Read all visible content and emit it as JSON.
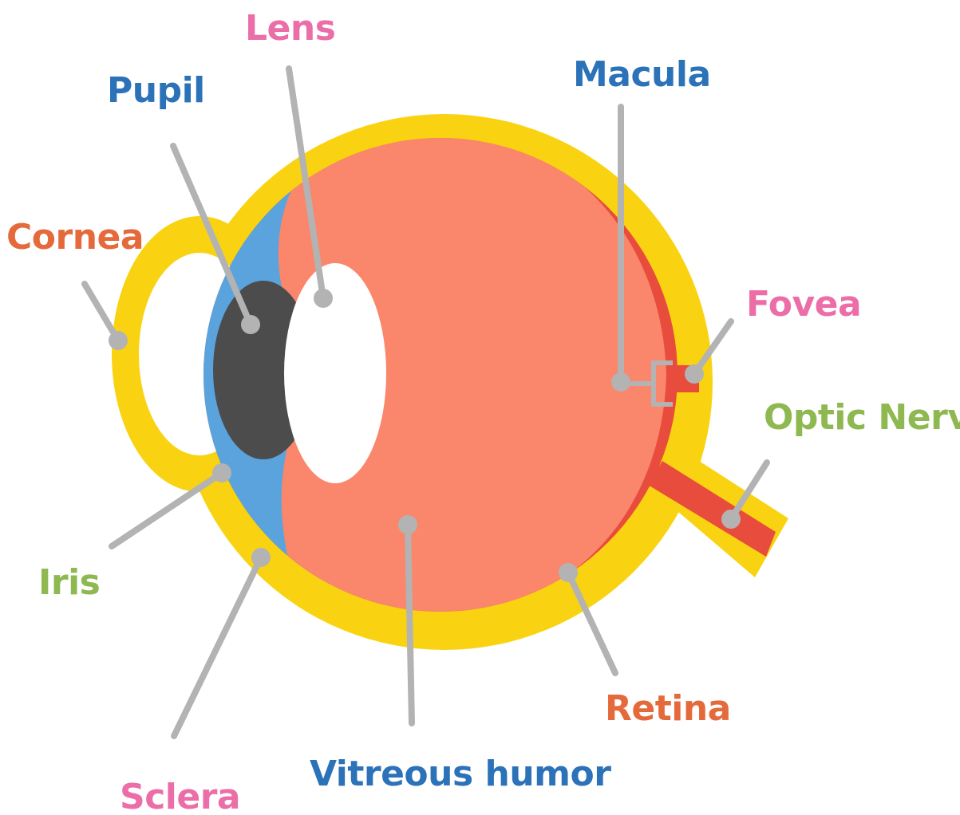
{
  "colors": {
    "sclera": "#f9d312",
    "cornea_chamber": "#ffffff",
    "iris": "#5ba3dc",
    "pupil": "#4c4c4c",
    "lens": "#ffffff",
    "vitreous": "#fa866b",
    "retina": "#e84c3d",
    "leader": "#b3b3b3"
  },
  "labels": {
    "lens": {
      "text": "Lens",
      "color": "#ec6ea8"
    },
    "pupil": {
      "text": "Pupil",
      "color": "#2b72b8"
    },
    "cornea": {
      "text": "Cornea",
      "color": "#e56a3b"
    },
    "macula": {
      "text": "Macula",
      "color": "#2b72b8"
    },
    "fovea": {
      "text": "Fovea",
      "color": "#ec6ea8"
    },
    "optic_nerve": {
      "text": "Optic Nerve",
      "color": "#8eb850"
    },
    "iris": {
      "text": "Iris",
      "color": "#8eb850"
    },
    "retina": {
      "text": "Retina",
      "color": "#e56a3b"
    },
    "vitreous_humor": {
      "text": "Vitreous humor",
      "color": "#2b72b8"
    },
    "sclera": {
      "text": "Sclera",
      "color": "#ec6ea8"
    }
  }
}
